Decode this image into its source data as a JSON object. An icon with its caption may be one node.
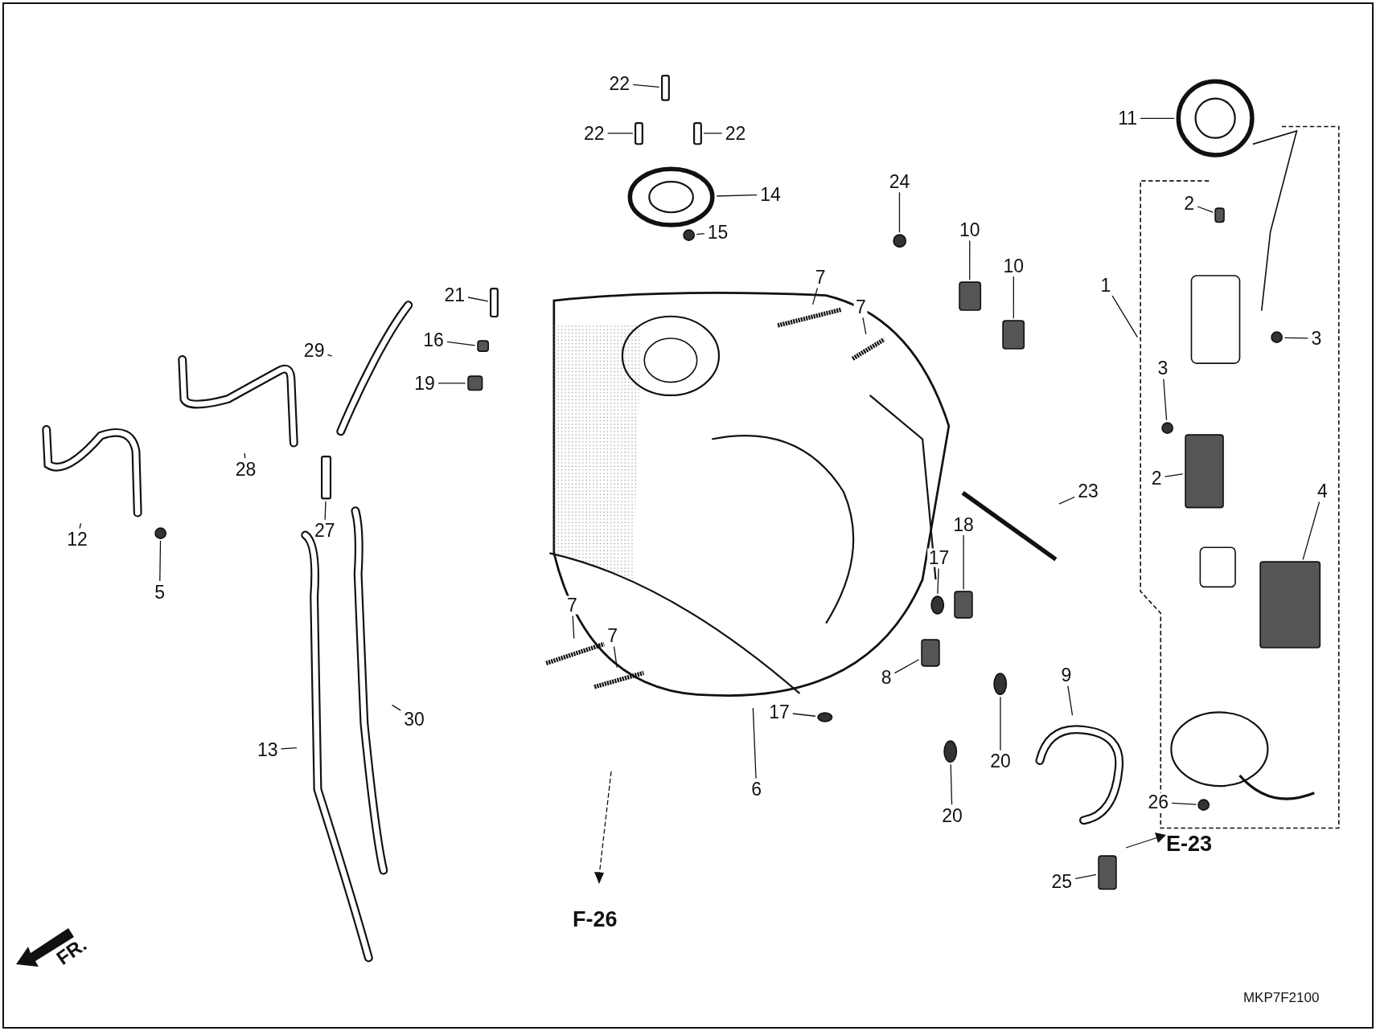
{
  "diagram": {
    "nodes": [
      {
        "text": [],
        "shape": "tank"
      },
      {
        "text": [],
        "shape": "frame"
      },
      {
        "text": [
          "6"
        ]
      },
      {
        "text": [
          "1"
        ]
      },
      {
        "text": [
          "22"
        ]
      },
      {
        "text": [],
        "shape": "bolt"
      },
      {
        "text": [
          "22"
        ]
      },
      {
        "text": [],
        "shape": "bolt"
      },
      {
        "text": [
          "22"
        ]
      },
      {
        "text": [],
        "shape": "bolt"
      },
      {
        "text": [
          "14"
        ]
      },
      {
        "text": [],
        "shape": "ring"
      },
      {
        "text": [
          "15"
        ]
      },
      {
        "text": [],
        "shape": "circle"
      },
      {
        "text": [
          "21"
        ]
      },
      {
        "text": [],
        "shape": "bolt"
      },
      {
        "text": [
          "16"
        ]
      },
      {
        "text": [],
        "shape": "box"
      },
      {
        "text": [
          "19"
        ]
      },
      {
        "text": [],
        "shape": "box"
      },
      {
        "text": [
          "29"
        ]
      },
      {
        "text": [],
        "shape": "hose"
      },
      {
        "text": [
          "28"
        ]
      },
      {
        "text": [],
        "shape": "hose"
      },
      {
        "text": [
          "12"
        ]
      },
      {
        "text": [],
        "shape": "hose"
      },
      {
        "text": [
          "5"
        ]
      },
      {
        "text": [],
        "shape": "circle"
      },
      {
        "text": [
          "27"
        ]
      },
      {
        "text": [],
        "shape": "bolt"
      },
      {
        "text": [
          "13"
        ]
      },
      {
        "text": [],
        "shape": "hose"
      },
      {
        "text": [
          "30"
        ]
      },
      {
        "text": [],
        "shape": "hose"
      },
      {
        "text": [
          "7"
        ]
      },
      {
        "text": [],
        "shape": "strip",
        "in": 0
      },
      {
        "text": [
          "7"
        ],
        "in": 0
      },
      {
        "text": [],
        "shape": "strip",
        "in": 0
      },
      {
        "text": [
          "7"
        ],
        "in": 0
      },
      {
        "text": [],
        "shape": "strip",
        "in": 0
      },
      {
        "text": [
          "7"
        ],
        "in": 0
      },
      {
        "text": [],
        "shape": "strip",
        "in": 0
      },
      {
        "text": [
          "24"
        ]
      },
      {
        "text": [],
        "shape": "circle"
      },
      {
        "text": [
          "10"
        ]
      },
      {
        "text": [],
        "shape": "box"
      },
      {
        "text": [
          "10"
        ]
      },
      {
        "text": [],
        "shape": "box"
      },
      {
        "text": [
          "23"
        ]
      },
      {
        "text": [],
        "shape": "bolt"
      },
      {
        "text": [
          "18"
        ]
      },
      {
        "text": [],
        "shape": "box"
      },
      {
        "text": [
          "17"
        ],
        "in": 0
      },
      {
        "text": [],
        "shape": "circle",
        "in": 0
      },
      {
        "text": [
          "8"
        ],
        "in": 0
      },
      {
        "text": [],
        "shape": "box",
        "in": 0
      },
      {
        "text": [
          "17"
        ]
      },
      {
        "text": [],
        "shape": "circle"
      },
      {
        "text": [
          "20"
        ]
      },
      {
        "text": [],
        "shape": "circle"
      },
      {
        "text": [
          "20"
        ]
      },
      {
        "text": [],
        "shape": "circle"
      },
      {
        "text": [
          "9"
        ]
      },
      {
        "text": [],
        "shape": "hose"
      },
      {
        "text": [
          "25"
        ]
      },
      {
        "text": [],
        "shape": "box"
      },
      {
        "text": [
          "26"
        ],
        "in": 1
      },
      {
        "text": [],
        "shape": "circle",
        "in": 1
      },
      {
        "text": [
          "11"
        ]
      },
      {
        "text": [],
        "shape": "ring"
      },
      {
        "text": [
          "2"
        ],
        "in": 1
      },
      {
        "text": [],
        "shape": "box",
        "in": 1
      },
      {
        "text": [
          "3"
        ],
        "in": 1
      },
      {
        "text": [],
        "shape": "circle",
        "in": 1
      },
      {
        "text": [
          "3"
        ],
        "in": 1
      },
      {
        "text": [],
        "shape": "circle",
        "in": 1
      },
      {
        "text": [
          "2"
        ],
        "in": 1
      },
      {
        "text": [],
        "shape": "box",
        "in": 1
      },
      {
        "text": [
          "4"
        ],
        "in": 1
      },
      {
        "text": [],
        "shape": "box",
        "in": 1
      }
    ],
    "edges": [
      {
        "from": 2,
        "to": 0,
        "arrow": "none"
      },
      {
        "from": 3,
        "to": 1,
        "arrow": "none"
      },
      {
        "from": 4,
        "to": 5,
        "arrow": "none"
      },
      {
        "from": 6,
        "to": 7,
        "arrow": "none"
      },
      {
        "from": 8,
        "to": 9,
        "arrow": "none"
      },
      {
        "from": 10,
        "to": 11,
        "arrow": "none"
      },
      {
        "from": 12,
        "to": 13,
        "arrow": "none"
      },
      {
        "from": 14,
        "to": 15,
        "arrow": "none"
      },
      {
        "from": 16,
        "to": 17,
        "arrow": "none"
      },
      {
        "from": 18,
        "to": 19,
        "arrow": "none"
      },
      {
        "from": 20,
        "to": 21,
        "arrow": "none"
      },
      {
        "from": 22,
        "to": 23,
        "arrow": "none"
      },
      {
        "from": 24,
        "to": 25,
        "arrow": "none"
      },
      {
        "from": 26,
        "to": 27,
        "arrow": "none"
      },
      {
        "from": 28,
        "to": 29,
        "arrow": "none"
      },
      {
        "from": 30,
        "to": 31,
        "arrow": "none"
      },
      {
        "from": 32,
        "to": 33,
        "arrow": "none"
      },
      {
        "from": 34,
        "to": 35,
        "arrow": "none"
      },
      {
        "from": 36,
        "to": 37,
        "arrow": "none"
      },
      {
        "from": 38,
        "to": 39,
        "arrow": "none"
      },
      {
        "from": 40,
        "to": 41,
        "arrow": "none"
      },
      {
        "from": 42,
        "to": 43,
        "arrow": "none"
      },
      {
        "from": 44,
        "to": 45,
        "arrow": "none"
      },
      {
        "from": 46,
        "to": 47,
        "arrow": "none"
      },
      {
        "from": 48,
        "to": 49,
        "arrow": "none"
      },
      {
        "from": 50,
        "to": 51,
        "arrow": "none"
      },
      {
        "from": 52,
        "to": 53,
        "arrow": "none"
      },
      {
        "from": 54,
        "to": 55,
        "arrow": "none"
      },
      {
        "from": 56,
        "to": 57,
        "arrow": "none"
      },
      {
        "from": 58,
        "to": 59,
        "arrow": "none"
      },
      {
        "from": 60,
        "to": 61,
        "arrow": "none"
      },
      {
        "from": 62,
        "to": 63,
        "arrow": "none"
      },
      {
        "from": 64,
        "to": 65,
        "arrow": "none"
      },
      {
        "from": 66,
        "to": 67,
        "arrow": "none"
      },
      {
        "from": 68,
        "to": 69,
        "arrow": "none"
      },
      {
        "from": 70,
        "to": 71,
        "arrow": "none"
      },
      {
        "from": 72,
        "to": 73,
        "arrow": "none"
      },
      {
        "from": 74,
        "to": 75,
        "arrow": "none"
      },
      {
        "from": 76,
        "to": 77,
        "arrow": "none"
      },
      {
        "from": 78,
        "to": 79,
        "arrow": "none"
      }
    ],
    "labels": [
      "F-26",
      "E-23",
      "FR.",
      "MKP7F2100"
    ]
  }
}
